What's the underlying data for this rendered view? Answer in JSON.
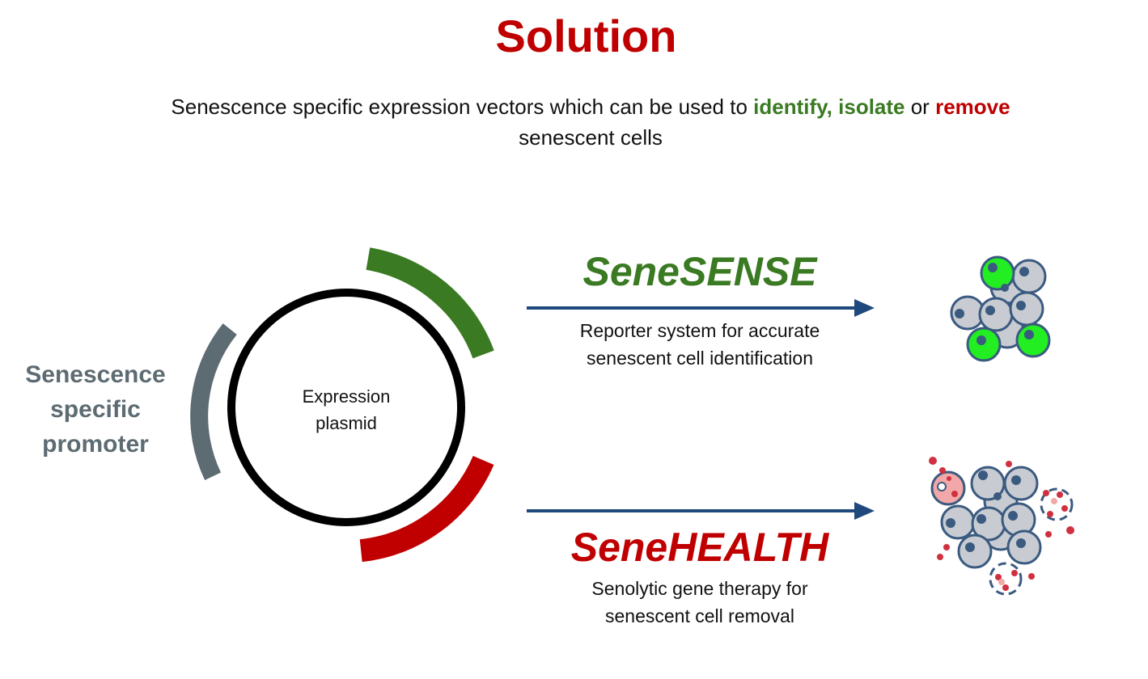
{
  "title": "Solution",
  "subtitle": {
    "part1": "Senescence specific expression vectors which can be used to ",
    "identify": "identify,",
    "isolate": " isolate",
    "or": " or ",
    "remove": "remove",
    "line2": "senescent cells"
  },
  "promoter": {
    "line1": "Senescence",
    "line2": "specific",
    "line3": "promoter"
  },
  "plasmid": {
    "line1": "Expression",
    "line2": "plasmid"
  },
  "senesense": {
    "name": "SeneSENSE",
    "desc_line1": "Reporter system for accurate",
    "desc_line2": "senescent cell identification"
  },
  "senehealth": {
    "name": "SeneHEALTH",
    "desc_line1": "Senolytic gene therapy for",
    "desc_line2": "senescent cell removal"
  },
  "colors": {
    "title_red": "#c00000",
    "green": "#3a7a22",
    "gray_promoter": "#5d6b72",
    "arrow_blue": "#1f497d",
    "cell_fill": "#c8ccd2",
    "cell_outline": "#3b5a80",
    "reporter_green": "#22ee22",
    "dying_pink": "#f2a8a8",
    "debris_red": "#d03040"
  }
}
